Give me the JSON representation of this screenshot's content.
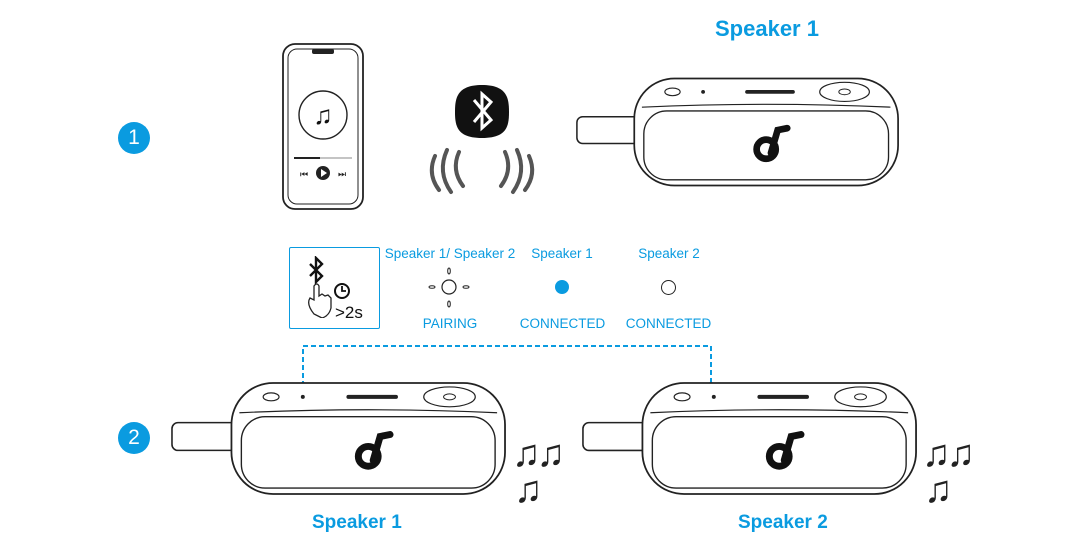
{
  "steps": [
    {
      "number": "1"
    },
    {
      "number": "2"
    }
  ],
  "speaker_titles": {
    "top": "Speaker 1",
    "bottom_left": "Speaker 1",
    "bottom_right": "Speaker 2"
  },
  "instruction": {
    "duration": ">2s"
  },
  "led_states": [
    {
      "speaker": "Speaker 1/ Speaker 2",
      "state": "PAIRING"
    },
    {
      "speaker": "Speaker 1",
      "state": "CONNECTED"
    },
    {
      "speaker": "Speaker 2",
      "state": "CONNECTED"
    }
  ],
  "music_notes": "♫♫",
  "colors": {
    "accent": "#0a9be0",
    "ink": "#222222"
  }
}
